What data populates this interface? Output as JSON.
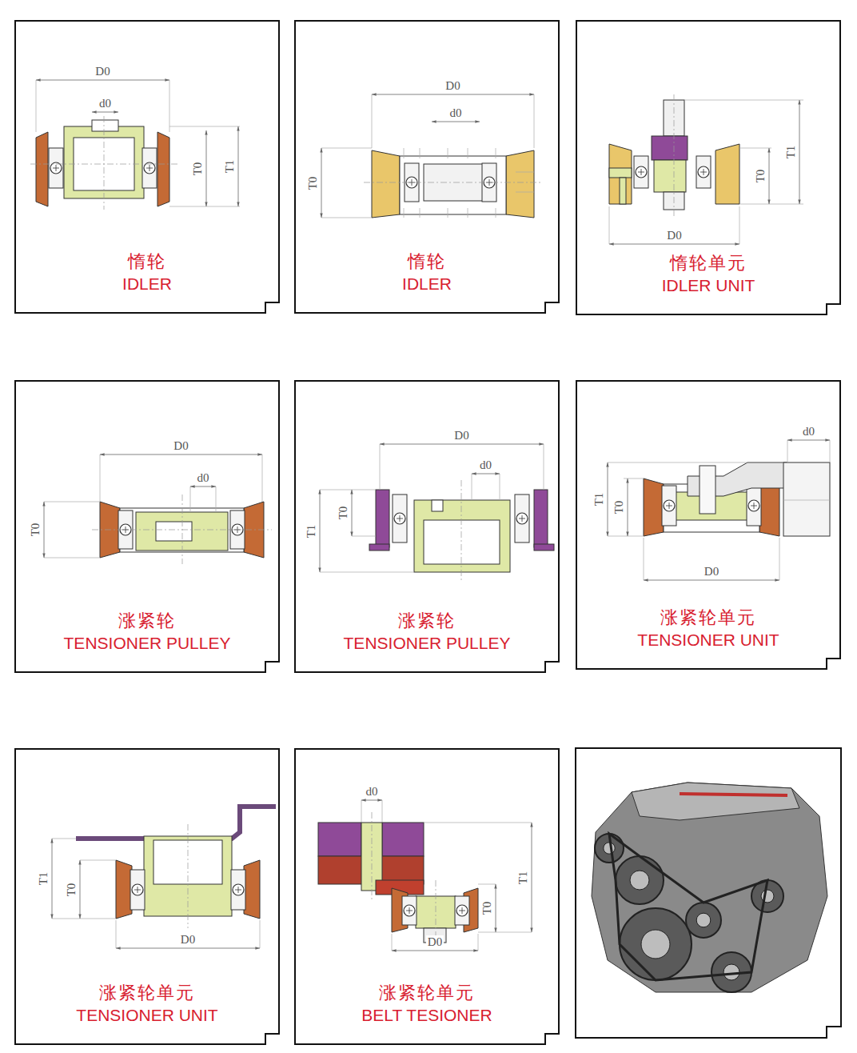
{
  "diagram": {
    "nodes": [
      {
        "text": [
          "惰轮",
          "IDLER"
        ]
      },
      {
        "text": [
          "惰轮",
          "IDLER"
        ]
      },
      {
        "text": [
          "惰轮单元",
          "IDLER UNIT"
        ]
      },
      {
        "text": [
          "涨紧轮",
          "TENSIONER PULLEY"
        ]
      },
      {
        "text": [
          "涨紧轮",
          "TENSIONER PULLEY"
        ]
      },
      {
        "text": [
          "涨紧轮单元",
          "TENSIONER UNIT"
        ]
      },
      {
        "text": [
          "涨紧轮单元",
          "TENSIONER UNIT"
        ]
      },
      {
        "text": [
          "涨紧轮单元",
          "BELT TESIONER"
        ]
      }
    ],
    "labels": [
      "D0",
      "d0",
      "T0",
      "T1",
      "D0",
      "d0",
      "T0",
      "T1",
      "T0",
      "D0",
      "D0",
      "d0",
      "T0",
      "D0",
      "d0",
      "T0",
      "T1",
      "d0",
      "T1",
      "T0",
      "D0",
      "T1",
      "T0",
      "D0",
      "d0",
      "T1",
      "T0",
      "D0"
    ]
  }
}
